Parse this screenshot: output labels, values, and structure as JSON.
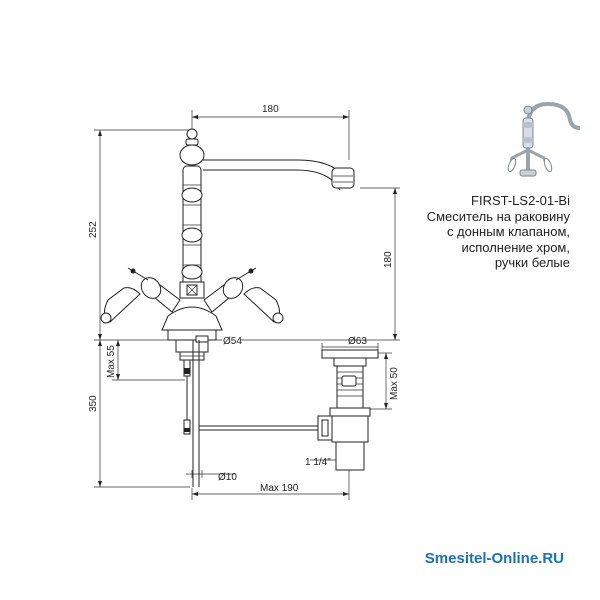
{
  "dimensions": {
    "spout_reach": "180",
    "total_height": "252",
    "spout_height": "180",
    "base_diameter": "Ø54",
    "max_thickness": "Max 55",
    "install_depth": "350",
    "drain_diameter": "Ø63",
    "drain_max": "Max 50",
    "drain_thread": "1 1/4\"",
    "pipe_diameter": "Ø10",
    "rod_max": "Max 190"
  },
  "product": {
    "model": "FIRST-LS2-01-Bi",
    "description_lines": [
      "Смеситель на раковину",
      "с донным клапаном,",
      "исполнение хром,",
      "ручки белые"
    ]
  },
  "brand": "Smesitel-Online.RU"
}
